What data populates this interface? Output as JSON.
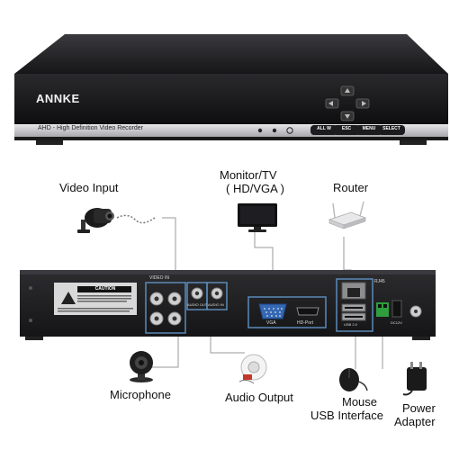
{
  "front_unit": {
    "brand": "ANNKE",
    "model_text": "AHD - High Definition Video Recorder",
    "buttons": [
      "ALL W",
      "ESC",
      "MENU",
      "SELECT"
    ]
  },
  "rear_panel": {
    "caution_title": "CAUTION",
    "video_in_label": "VIDEO IN",
    "audio_out_label": "AUDIO OUT",
    "audio_in_label": "AUDIO IN",
    "vga_label": "VGA",
    "hd_port_label": "HD-Port",
    "rj45_label": "RJ45",
    "usb_label": "USB 2.0",
    "dc_label": "DC12V"
  },
  "callouts": {
    "video_input": "Video Input",
    "monitor_line1": "Monitor/TV",
    "monitor_line2": "( HD/VGA )",
    "router": "Router",
    "microphone": "Microphone",
    "audio_output": "Audio Output",
    "mouse_line1": "Mouse",
    "mouse_line2": "USB Interface",
    "power_line1": "Power",
    "power_line2": "Adapter"
  },
  "colors": {
    "chassis": "#1b1b1d",
    "chassis_top": "#2b2b2e",
    "front_strip": "#c9c9cb",
    "line_color": "#9a9a9a",
    "highlight_box": "#5a8ab8",
    "connector_terminal": "#2e9e3e"
  }
}
